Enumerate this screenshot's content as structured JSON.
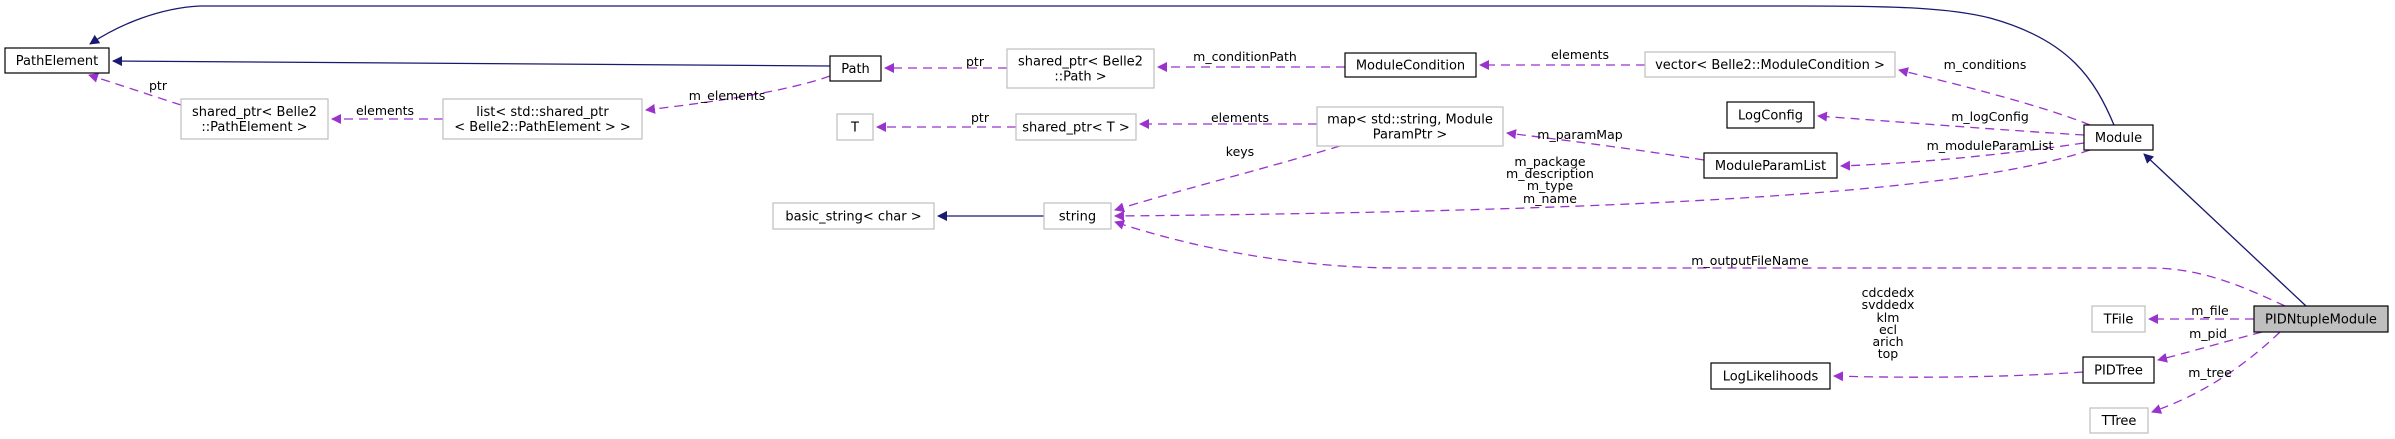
{
  "diagram": {
    "title": "Collaboration diagram for PIDNtupleModule",
    "colors": {
      "inheritance": "#191970",
      "usage": "#9a32cd",
      "focus_fill": "#bfbfbf"
    },
    "nodes": {
      "PathElement": {
        "label": [
          "PathElement"
        ],
        "style": "solid"
      },
      "SharedPtrPathElement": {
        "label": [
          "shared_ptr< Belle2",
          "::PathElement >"
        ],
        "style": "grey"
      },
      "ListSharedPtr": {
        "label": [
          "list< std::shared_ptr",
          "< Belle2::PathElement > >"
        ],
        "style": "grey"
      },
      "Path": {
        "label": [
          "Path"
        ],
        "style": "solid"
      },
      "SharedPtrPath": {
        "label": [
          "shared_ptr< Belle2",
          "::Path >"
        ],
        "style": "grey"
      },
      "ModuleCondition": {
        "label": [
          "ModuleCondition"
        ],
        "style": "solid"
      },
      "VectorModuleCondition": {
        "label": [
          "vector< Belle2::ModuleCondition >"
        ],
        "style": "grey"
      },
      "T": {
        "label": [
          "T"
        ],
        "style": "grey"
      },
      "SharedPtrT": {
        "label": [
          "shared_ptr< T >"
        ],
        "style": "grey"
      },
      "MapParam": {
        "label": [
          "map< std::string, Module",
          "ParamPtr >"
        ],
        "style": "grey"
      },
      "LogConfig": {
        "label": [
          "LogConfig"
        ],
        "style": "solid"
      },
      "ModuleParamList": {
        "label": [
          "ModuleParamList"
        ],
        "style": "solid"
      },
      "Module": {
        "label": [
          "Module"
        ],
        "style": "solid"
      },
      "BasicString": {
        "label": [
          "basic_string< char >"
        ],
        "style": "grey"
      },
      "String": {
        "label": [
          "string"
        ],
        "style": "grey"
      },
      "TFile": {
        "label": [
          "TFile"
        ],
        "style": "grey"
      },
      "PIDNtupleModule": {
        "label": [
          "PIDNtupleModule"
        ],
        "style": "focus"
      },
      "LogLikelihoods": {
        "label": [
          "LogLikelihoods"
        ],
        "style": "solid"
      },
      "PIDTree": {
        "label": [
          "PIDTree"
        ],
        "style": "solid"
      },
      "TTree": {
        "label": [
          "TTree"
        ],
        "style": "grey"
      }
    },
    "edges": [
      {
        "id": "module-pathelement",
        "from": "Module",
        "to": "PathElement",
        "type": "inheritance",
        "label": []
      },
      {
        "id": "path-pathelement",
        "from": "Path",
        "to": "PathElement",
        "type": "inheritance",
        "label": []
      },
      {
        "id": "sharedptrpe-pathelement",
        "from": "SharedPtrPathElement",
        "to": "PathElement",
        "type": "usage",
        "label": [
          "ptr"
        ]
      },
      {
        "id": "list-sharedptrpe",
        "from": "ListSharedPtr",
        "to": "SharedPtrPathElement",
        "type": "usage",
        "label": [
          "elements"
        ]
      },
      {
        "id": "path-list",
        "from": "Path",
        "to": "ListSharedPtr",
        "type": "usage",
        "label": [
          "m_elements"
        ]
      },
      {
        "id": "sharedptrpath-path",
        "from": "SharedPtrPath",
        "to": "Path",
        "type": "usage",
        "label": [
          "ptr"
        ]
      },
      {
        "id": "modulecondition-sharedptrpath",
        "from": "ModuleCondition",
        "to": "SharedPtrPath",
        "type": "usage",
        "label": [
          "m_conditionPath"
        ]
      },
      {
        "id": "vector-modulecondition",
        "from": "VectorModuleCondition",
        "to": "ModuleCondition",
        "type": "usage",
        "label": [
          "elements"
        ]
      },
      {
        "id": "module-vector",
        "from": "Module",
        "to": "VectorModuleCondition",
        "type": "usage",
        "label": [
          "m_conditions"
        ]
      },
      {
        "id": "sharedptrt-t",
        "from": "SharedPtrT",
        "to": "T",
        "type": "usage",
        "label": [
          "ptr"
        ]
      },
      {
        "id": "map-sharedptrt",
        "from": "MapParam",
        "to": "SharedPtrT",
        "type": "usage",
        "label": [
          "elements"
        ]
      },
      {
        "id": "map-string",
        "from": "MapParam",
        "to": "String",
        "type": "usage",
        "label": [
          "keys"
        ]
      },
      {
        "id": "moduleparamlist-map",
        "from": "ModuleParamList",
        "to": "MapParam",
        "type": "usage",
        "label": [
          "m_paramMap"
        ]
      },
      {
        "id": "module-logconfig",
        "from": "Module",
        "to": "LogConfig",
        "type": "usage",
        "label": [
          "m_logConfig"
        ]
      },
      {
        "id": "module-moduleparamlist",
        "from": "Module",
        "to": "ModuleParamList",
        "type": "usage",
        "label": [
          "m_moduleParamList"
        ]
      },
      {
        "id": "module-string",
        "from": "Module",
        "to": "String",
        "type": "usage",
        "label": [
          "m_package",
          "m_description",
          "m_type",
          "m_name"
        ]
      },
      {
        "id": "string-basicstring",
        "from": "String",
        "to": "BasicString",
        "type": "inheritance",
        "label": []
      },
      {
        "id": "pidntuple-module",
        "from": "PIDNtupleModule",
        "to": "Module",
        "type": "inheritance",
        "label": []
      },
      {
        "id": "pidntuple-string",
        "from": "PIDNtupleModule",
        "to": "String",
        "type": "usage",
        "label": [
          "m_outputFileName"
        ]
      },
      {
        "id": "pidntuple-tfile",
        "from": "PIDNtupleModule",
        "to": "TFile",
        "type": "usage",
        "label": [
          "m_file"
        ]
      },
      {
        "id": "pidntuple-pidtree",
        "from": "PIDNtupleModule",
        "to": "PIDTree",
        "type": "usage",
        "label": [
          "m_pid"
        ]
      },
      {
        "id": "pidntuple-ttree",
        "from": "PIDNtupleModule",
        "to": "TTree",
        "type": "usage",
        "label": [
          "m_tree"
        ]
      },
      {
        "id": "pidtree-loglikelihoods",
        "from": "PIDTree",
        "to": "LogLikelihoods",
        "type": "usage",
        "label": [
          "cdcdedx",
          "svddedx",
          "klm",
          "ecl",
          "arich",
          "top"
        ]
      }
    ]
  }
}
